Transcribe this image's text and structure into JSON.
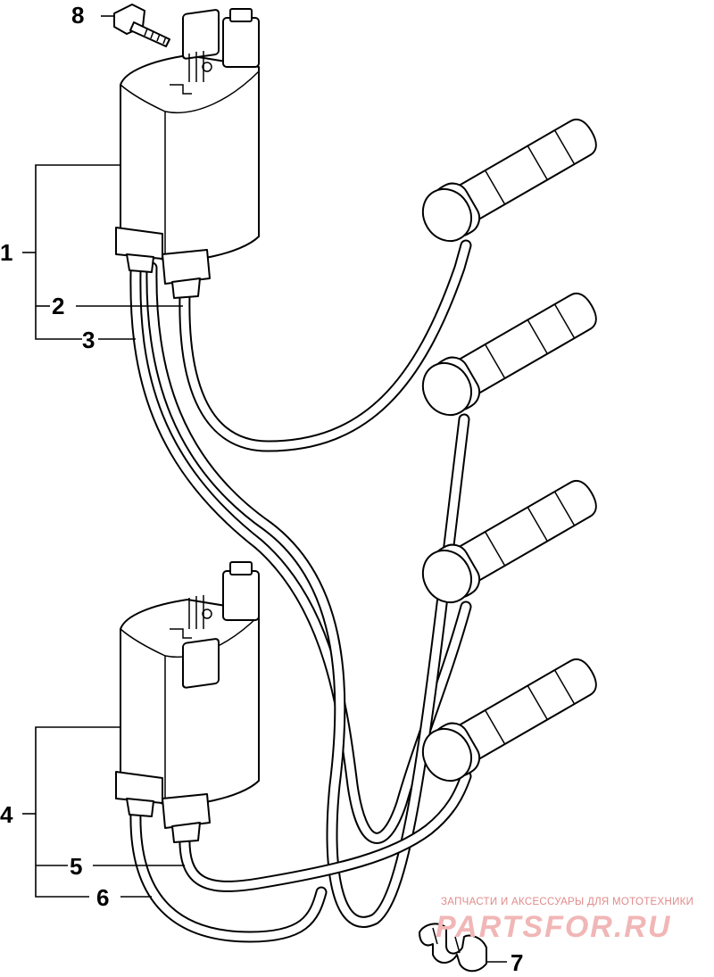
{
  "callouts": {
    "c1": "1",
    "c2": "2",
    "c3": "3",
    "c4": "4",
    "c5": "5",
    "c6": "6",
    "c7": "7",
    "c8": "8"
  },
  "watermark": {
    "tagline": "ЗАПЧАСТИ И АКСЕССУАРЫ ДЛЯ МОТОТЕХНИКИ",
    "logo": "PARTSFOR.RU"
  },
  "colors": {
    "line": "#000000",
    "background": "#ffffff",
    "watermark": "#e08a8a"
  }
}
